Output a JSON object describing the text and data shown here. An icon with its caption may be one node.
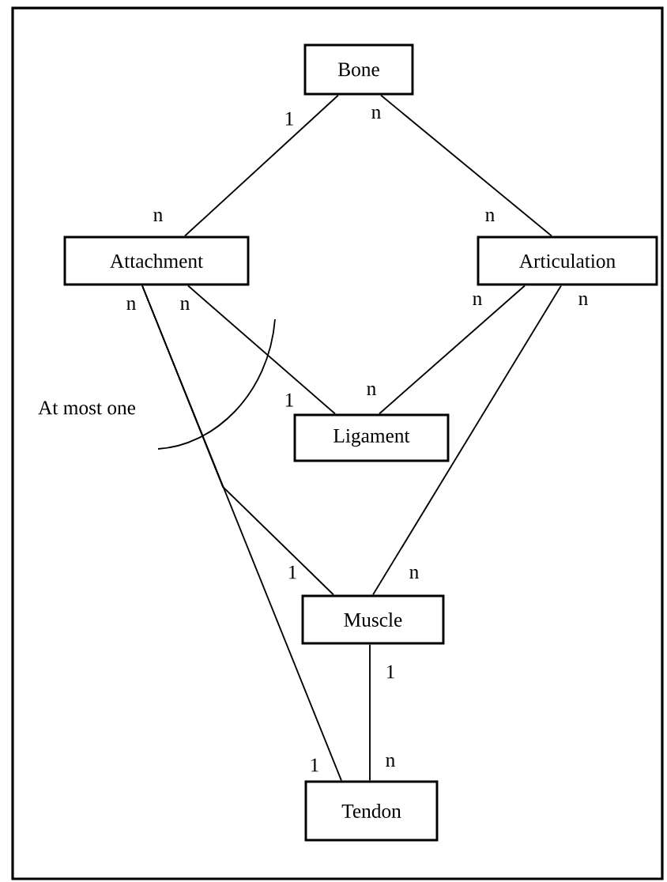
{
  "diagram": {
    "nodes": [
      {
        "text": [
          "Bone"
        ]
      },
      {
        "text": [
          "Attachment"
        ]
      },
      {
        "text": [
          "Articulation"
        ]
      },
      {
        "text": [
          "Ligament"
        ]
      },
      {
        "text": [
          "Muscle"
        ]
      },
      {
        "text": [
          "Tendon"
        ]
      }
    ],
    "edges": [
      {
        "from": 0,
        "to": 1,
        "arrow": "none"
      },
      {
        "from": 0,
        "to": 2,
        "arrow": "none"
      },
      {
        "from": 1,
        "to": 3,
        "arrow": "none"
      },
      {
        "from": 2,
        "to": 3,
        "arrow": "none"
      },
      {
        "from": 2,
        "to": 4,
        "arrow": "none"
      },
      {
        "from": 1,
        "to": 4,
        "arrow": "none"
      },
      {
        "from": 1,
        "to": 5,
        "arrow": "none"
      },
      {
        "from": 4,
        "to": 5,
        "arrow": "none"
      }
    ],
    "labels": [
      "1",
      "n",
      "n",
      "n",
      "n",
      "n",
      "n",
      "n",
      "n",
      "1",
      "At most one",
      "1",
      "n",
      "1",
      "1",
      "n"
    ]
  }
}
